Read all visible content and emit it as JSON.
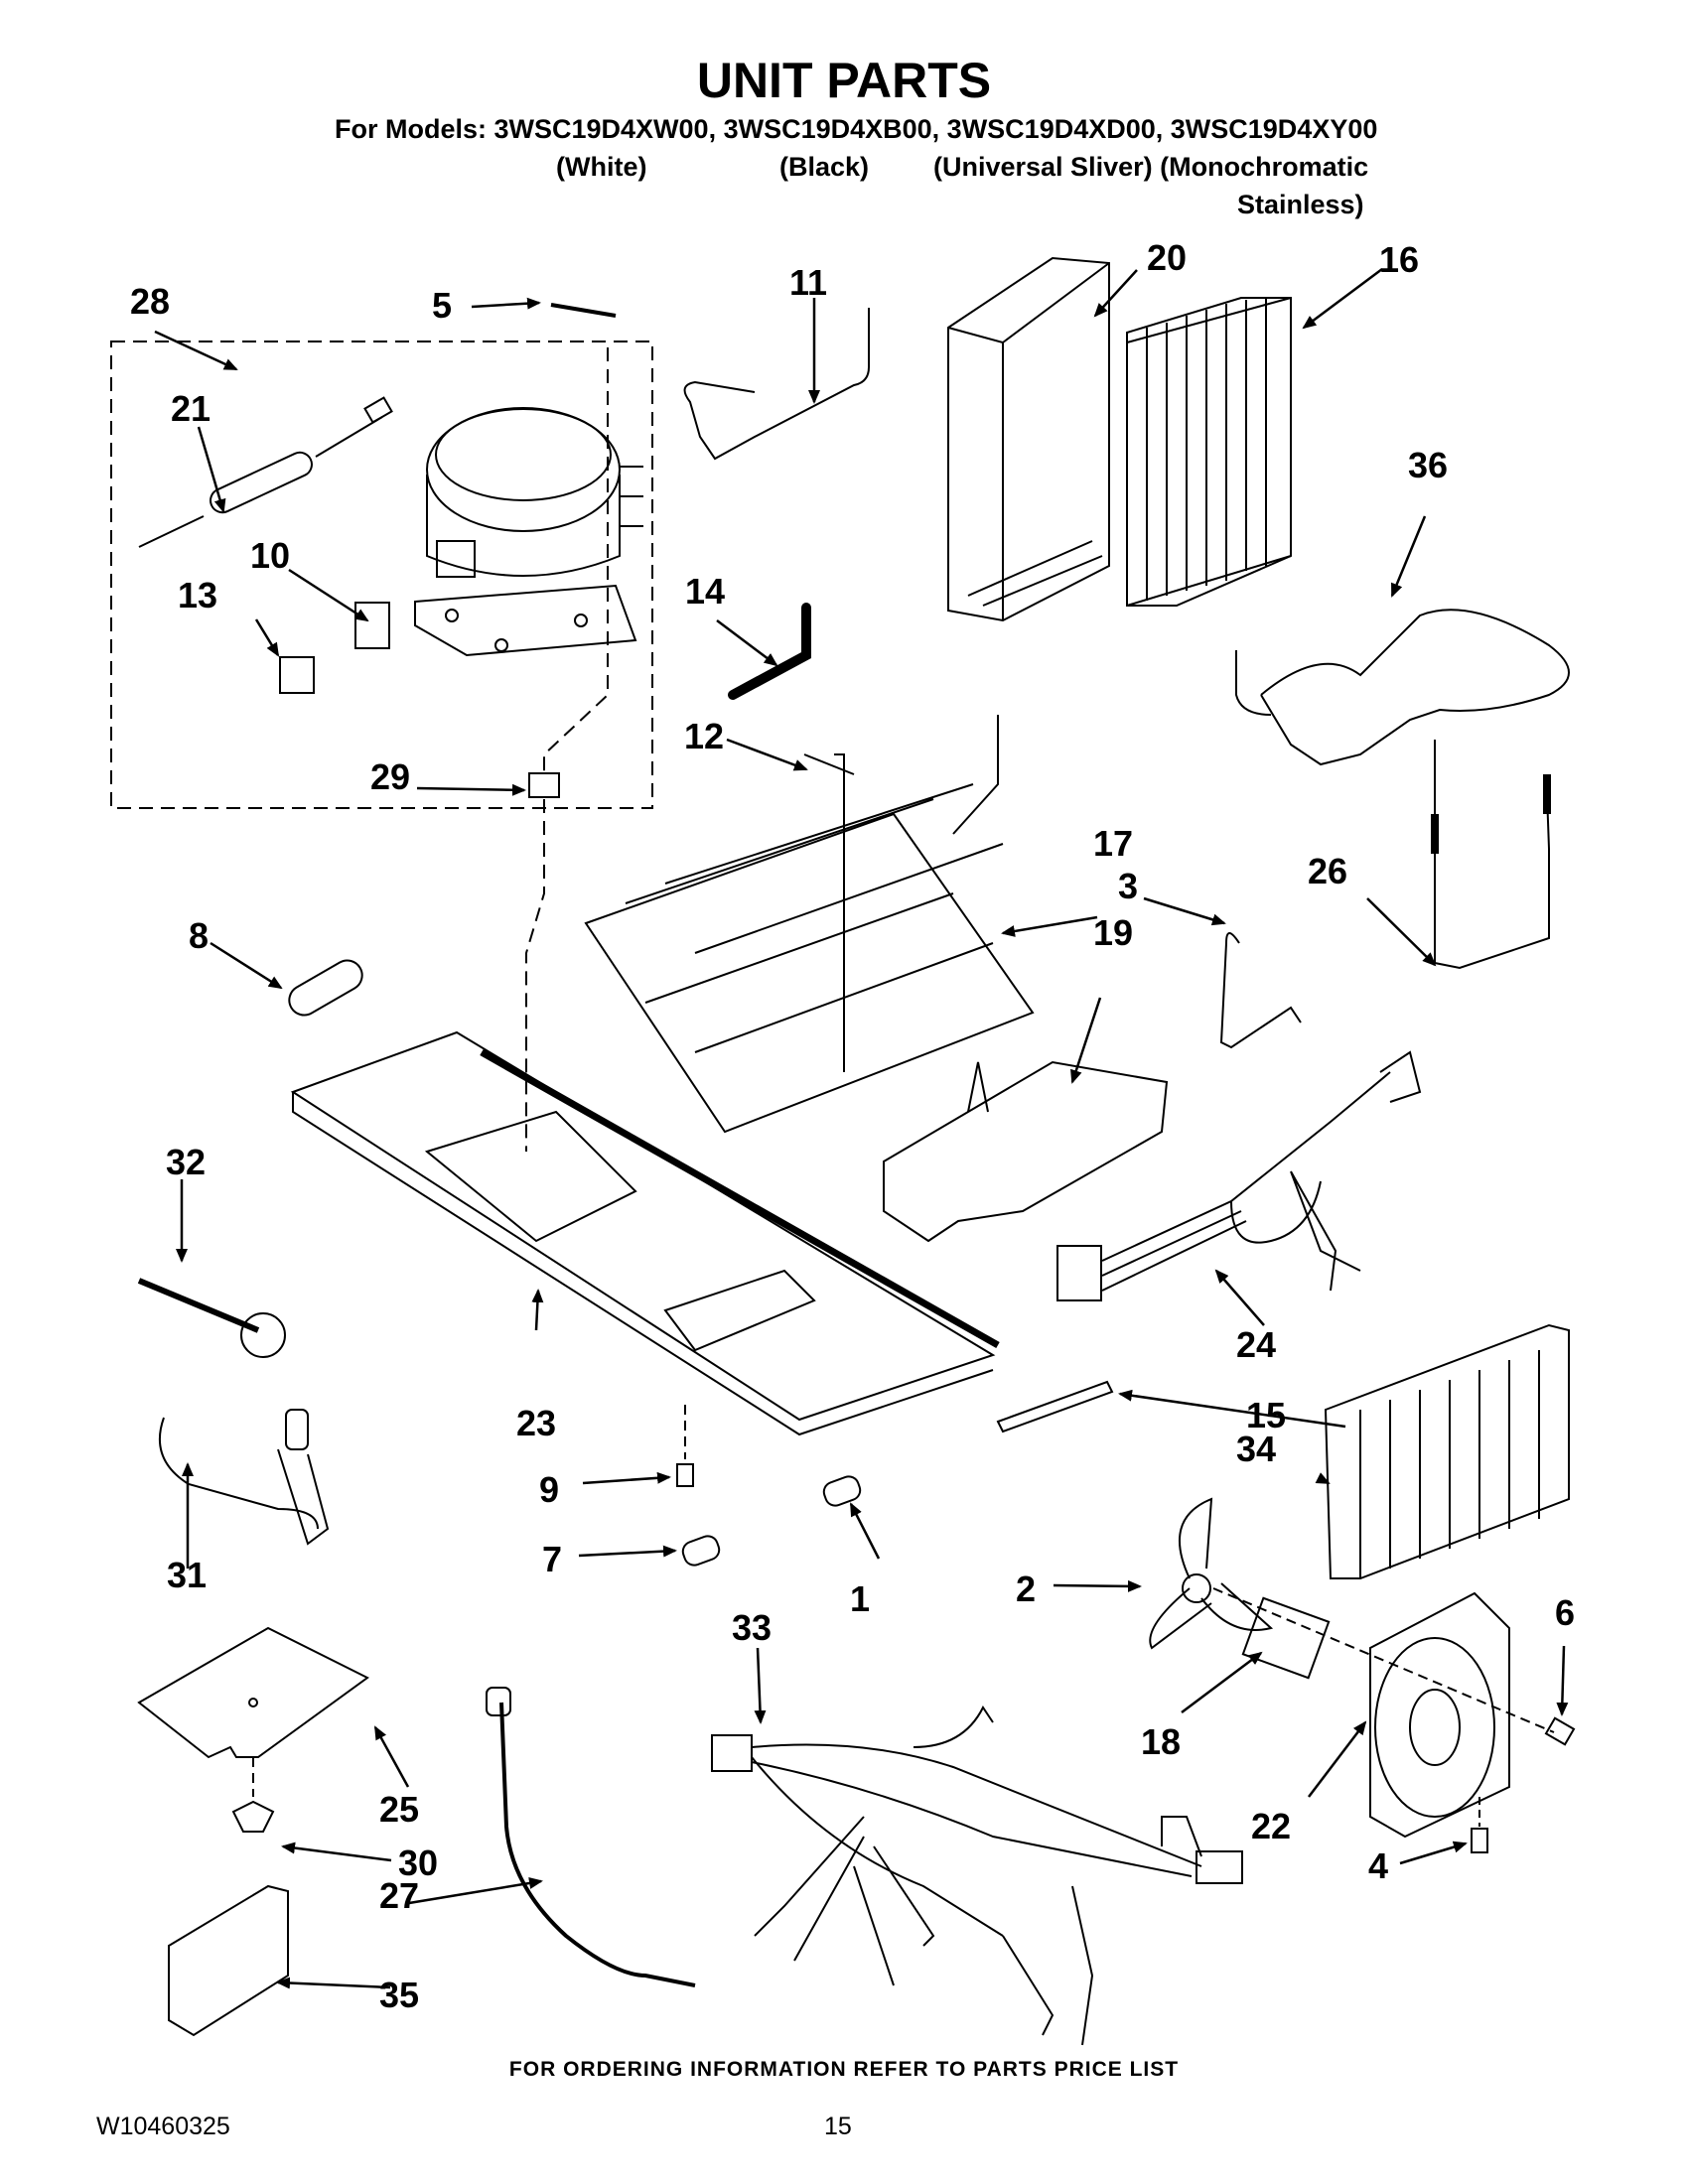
{
  "header": {
    "title": "UNIT PARTS",
    "models_line": "For Models: 3WSC19D4XW00, 3WSC19D4XB00, 3WSC19D4XD00, 3WSC19D4XY00",
    "variant_white": "(White)",
    "variant_black": "(Black)",
    "variant_silver": "(Universal Sliver) (Monochromatic",
    "variant_stainless": "Stainless)"
  },
  "diagram": {
    "callouts": [
      "1",
      "2",
      "3",
      "4",
      "5",
      "6",
      "7",
      "8",
      "9",
      "10",
      "11",
      "12",
      "13",
      "14",
      "15",
      "16",
      "17",
      "18",
      "19",
      "20",
      "21",
      "22",
      "23",
      "24",
      "25",
      "26",
      "27",
      "28",
      "29",
      "30",
      "31",
      "32",
      "33",
      "34",
      "35",
      "36"
    ]
  },
  "footer": {
    "ordering_note": "FOR ORDERING INFORMATION REFER TO PARTS PRICE LIST",
    "doc_number": "W10460325",
    "page_number": "15"
  }
}
